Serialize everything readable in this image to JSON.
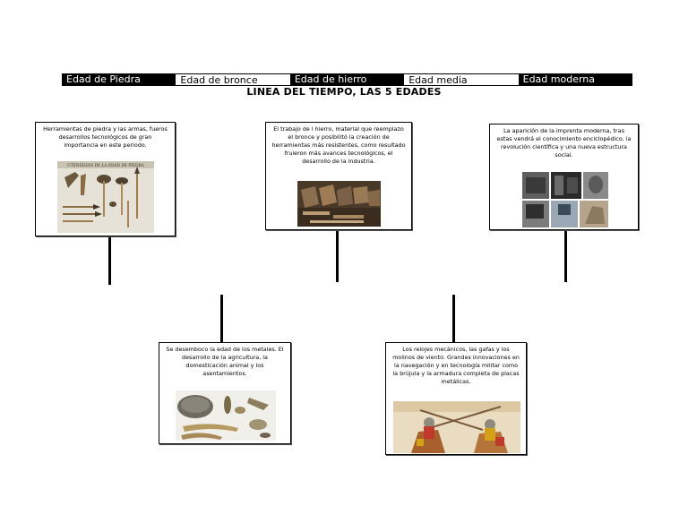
{
  "ages": [
    "Edad de Piedra",
    "Edad de bronce",
    "Edad de hierro",
    "Edad media",
    "Edad moderna"
  ],
  "title": "LINEA DEL TIEMPO, LAS 5 EDADES",
  "events": [
    {
      "text": "Herramientas de piedra y las armas, fueros desarrollos tecnológicos de gran importancia en este periodo.",
      "image_caption": "UTENSILIOS DE LA EDAD DE PIEDRA"
    },
    {
      "text": "Se desemboco la edad de los metales. El desarrollo de la agricultura, la domesticación animal y los asentamientos."
    },
    {
      "text": "El trabajo de l hierro, material que reemplazo el bronce y posibilitó la creación de herramientas más resistentes, como resultado fruieron más avances tecnológicos, el desarrollo de la industria."
    },
    {
      "text": "Los relojes mecánicos, las gafas y los molinos de viento. Grandes innovaciones en la navegación y en tecnología militar como la brújula y la armadura completa de placas metálicas."
    },
    {
      "text": "La aparición de la imprenta moderna, tras estas vendrá el conocimiento enciclopédico, la revolución científica y una nueva estructura social."
    }
  ]
}
